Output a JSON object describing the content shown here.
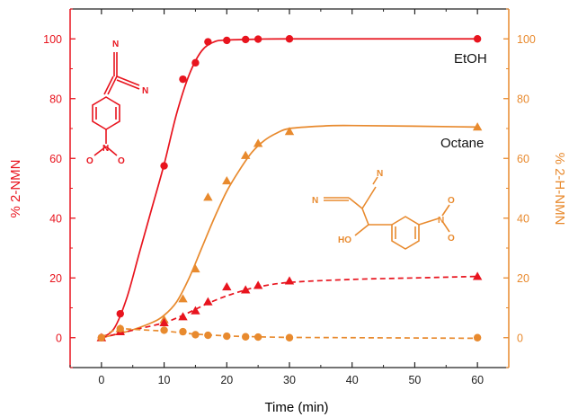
{
  "chart_data": {
    "type": "scatter",
    "xlabel": "Time (min)",
    "ylabel": "% 2-NMN",
    "y2label": "% 2-H-NMN",
    "xlim": [
      -5,
      65
    ],
    "ylim": [
      -10,
      110
    ],
    "y2lim": [
      -10,
      110
    ],
    "xticks": [
      "0",
      "10",
      "20",
      "30",
      "40",
      "50",
      "60"
    ],
    "yticks": [
      "0",
      "20",
      "40",
      "60",
      "80",
      "100"
    ],
    "y2ticks": [
      "0",
      "20",
      "40",
      "60",
      "80",
      "100"
    ],
    "annotations": [
      "EtOH",
      "Octane"
    ],
    "colors": {
      "red": "#e8141e",
      "orange": "#e88a2e",
      "axis_left": "#e8141e",
      "axis_right": "#e88a2e"
    },
    "series": [
      {
        "marker": "circle",
        "color": "red",
        "line": "solid",
        "axis": "left",
        "points": [
          [
            0,
            0
          ],
          [
            3,
            8
          ],
          [
            10,
            57.5
          ],
          [
            13,
            86.5
          ],
          [
            15,
            92
          ],
          [
            17,
            99
          ],
          [
            20,
            99.5
          ],
          [
            23,
            99.8
          ],
          [
            25,
            99.9
          ],
          [
            30,
            100
          ],
          [
            60,
            100
          ]
        ],
        "fit": [
          [
            0,
            0
          ],
          [
            2,
            3
          ],
          [
            4,
            13
          ],
          [
            6,
            28
          ],
          [
            8,
            43
          ],
          [
            10,
            58
          ],
          [
            12,
            75
          ],
          [
            14,
            88
          ],
          [
            16,
            96
          ],
          [
            18,
            99
          ],
          [
            20,
            99.6
          ],
          [
            25,
            99.9
          ],
          [
            30,
            100
          ],
          [
            60,
            100
          ]
        ]
      },
      {
        "marker": "triangle",
        "color": "orange",
        "line": "solid",
        "axis": "right",
        "points": [
          [
            0,
            0
          ],
          [
            3,
            3
          ],
          [
            10,
            6
          ],
          [
            13,
            13
          ],
          [
            15,
            23
          ],
          [
            17,
            47
          ],
          [
            20,
            52.5
          ],
          [
            23,
            61
          ],
          [
            25,
            65
          ],
          [
            30,
            69
          ],
          [
            60,
            70.5
          ]
        ],
        "fit": [
          [
            0,
            0
          ],
          [
            4,
            2
          ],
          [
            8,
            5
          ],
          [
            10,
            7.5
          ],
          [
            12,
            12
          ],
          [
            14,
            20
          ],
          [
            16,
            30
          ],
          [
            18,
            40
          ],
          [
            20,
            49
          ],
          [
            22,
            56
          ],
          [
            24,
            62
          ],
          [
            26,
            66
          ],
          [
            28,
            68.5
          ],
          [
            30,
            70
          ],
          [
            35,
            70.8
          ],
          [
            40,
            71
          ],
          [
            60,
            70.5
          ]
        ]
      },
      {
        "marker": "triangle",
        "color": "red",
        "line": "dashed",
        "axis": "left",
        "points": [
          [
            0,
            0
          ],
          [
            3,
            2
          ],
          [
            10,
            5
          ],
          [
            13,
            7
          ],
          [
            15,
            9
          ],
          [
            17,
            12
          ],
          [
            20,
            17
          ],
          [
            23,
            16
          ],
          [
            25,
            17.5
          ],
          [
            30,
            19
          ],
          [
            60,
            20.5
          ]
        ],
        "fit": [
          [
            0,
            0
          ],
          [
            3,
            1.5
          ],
          [
            6,
            3
          ],
          [
            10,
            5
          ],
          [
            13,
            7.5
          ],
          [
            15,
            9.5
          ],
          [
            17,
            11.5
          ],
          [
            20,
            14
          ],
          [
            23,
            16
          ],
          [
            25,
            17
          ],
          [
            30,
            18.5
          ],
          [
            40,
            19.5
          ],
          [
            50,
            20
          ],
          [
            60,
            20.5
          ]
        ]
      },
      {
        "marker": "circle",
        "color": "orange",
        "line": "dashed",
        "axis": "right",
        "points": [
          [
            0,
            0
          ],
          [
            3,
            3
          ],
          [
            10,
            2.5
          ],
          [
            13,
            2
          ],
          [
            15,
            1
          ],
          [
            17,
            0.8
          ],
          [
            20,
            0.5
          ],
          [
            23,
            0.3
          ],
          [
            25,
            0.2
          ],
          [
            30,
            0
          ],
          [
            60,
            0
          ]
        ],
        "fit": [
          [
            0,
            0
          ],
          [
            2,
            2.5
          ],
          [
            3,
            3
          ],
          [
            5,
            2.8
          ],
          [
            10,
            2.2
          ],
          [
            13,
            1.6
          ],
          [
            15,
            1.2
          ],
          [
            20,
            0.6
          ],
          [
            25,
            0.3
          ],
          [
            30,
            0.1
          ],
          [
            40,
            0
          ],
          [
            60,
            -0.2
          ]
        ]
      }
    ]
  },
  "molecules": {
    "nitrile_label": "N",
    "nitro_label": "N",
    "oxygen_label": "O",
    "hydroxyl_label": "HO",
    "plus_sign": "+",
    "minus_sign": "−"
  }
}
